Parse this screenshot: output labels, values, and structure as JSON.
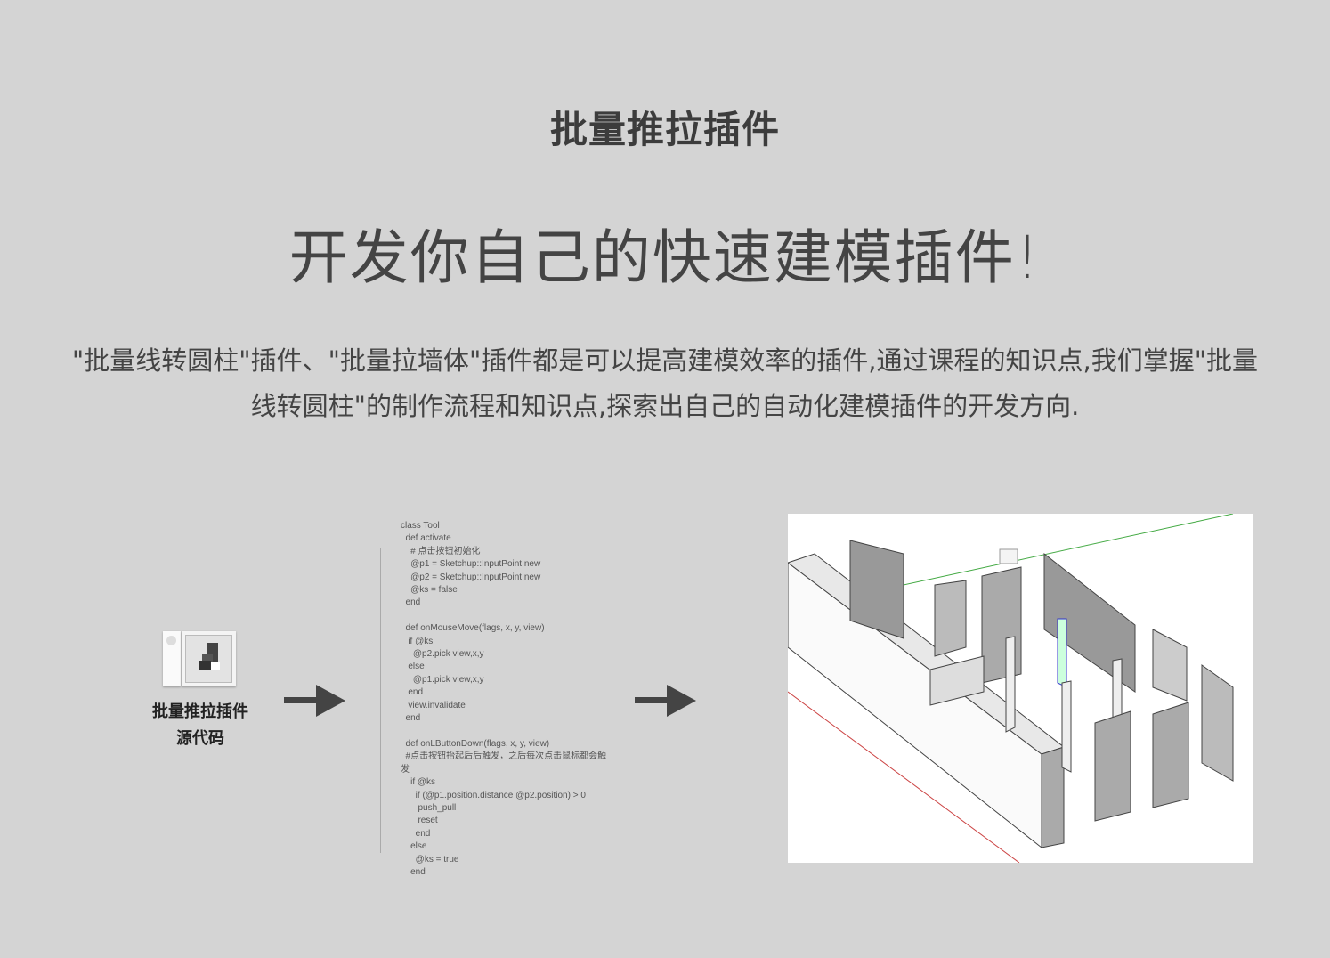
{
  "title": "批量推拉插件",
  "headline": "开发你自己的快速建模插件!",
  "description": "\"批量线转圆柱\"插件、\"批量拉墙体\"插件都是可以提高建模效率的插件,通过课程的知识点,我们掌握\"批量线转圆柱\"的制作流程和知识点,探索出自己的自动化建模插件的开发方向.",
  "plugin": {
    "label_line1": "批量推拉插件",
    "label_line2": "源代码",
    "icon": "sketchup-plugin-icon"
  },
  "code_lines": [
    "class Tool",
    "  def activate",
    "    # 点击按钮初始化",
    "    @p1 = Sketchup::InputPoint.new",
    "    @p2 = Sketchup::InputPoint.new",
    "    @ks = false",
    "  end",
    "",
    "  def onMouseMove(flags, x, y, view)",
    "   if @ks",
    "     @p2.pick view,x,y",
    "   else",
    "     @p1.pick view,x,y",
    "   end",
    "   view.invalidate",
    "  end",
    "",
    "  def onLButtonDown(flags, x, y, view)",
    "  #点击按钮抬起后后触发，之后每次点击鼠标都会触",
    "发",
    "    if @ks",
    "      if (@p1.position.distance @p2.position) > 0",
    "       push_pull",
    "       reset",
    "      end",
    "    else",
    "      @ks = true",
    "    end"
  ],
  "colors": {
    "background": "#d4d4d4",
    "arrow": "#444444"
  }
}
